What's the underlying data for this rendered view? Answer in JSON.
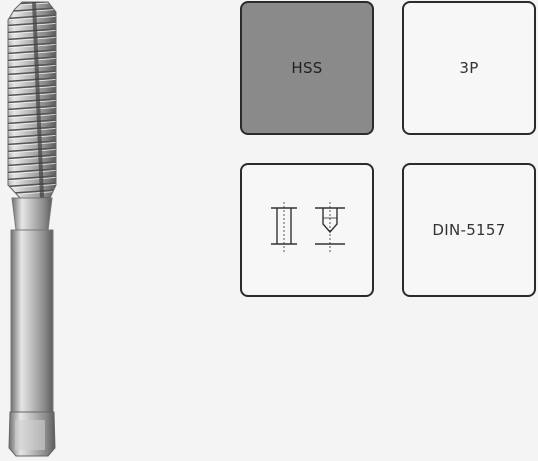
{
  "tiles": {
    "material": {
      "label": "HSS"
    },
    "flutes": {
      "label": "3P"
    },
    "hole_type": {
      "icons": [
        "through-hole-icon",
        "blind-hole-icon"
      ]
    },
    "standard": {
      "label": "DIN-5157"
    }
  },
  "colors": {
    "background": "#f4f4f4",
    "tile_border": "#2b2b2b",
    "tile_fill": "#f7f7f7",
    "tile_highlight": "#8a8a8a"
  }
}
